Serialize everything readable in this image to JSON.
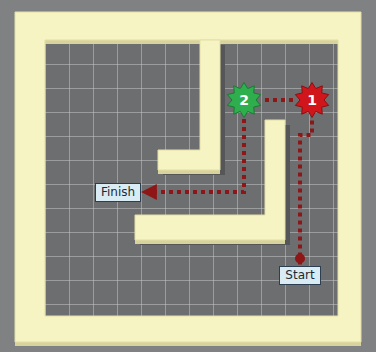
{
  "diagram": {
    "nodes": [
      {
        "text": [
          "Start"
        ]
      },
      {
        "text": [
          "1"
        ]
      },
      {
        "text": [
          "2"
        ]
      },
      {
        "text": [
          "Finish"
        ]
      }
    ],
    "edges": [
      {
        "from": 0,
        "to": 1,
        "arrow": "none"
      },
      {
        "from": 1,
        "to": 2,
        "arrow": "none"
      },
      {
        "from": 2,
        "to": 3,
        "arrow": "to"
      }
    ]
  }
}
